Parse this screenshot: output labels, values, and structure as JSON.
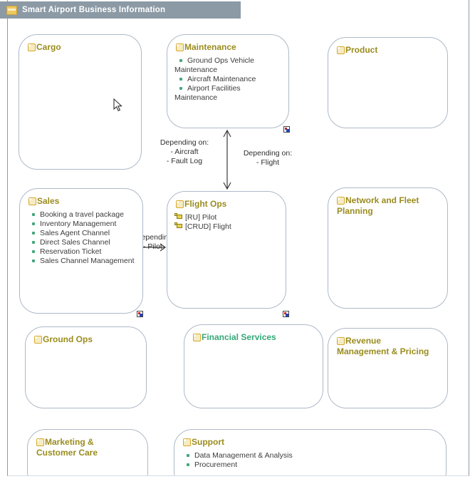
{
  "header": {
    "title": "Smart Airport Business Information"
  },
  "boxes": {
    "cargo": {
      "title": "Cargo"
    },
    "maintenance": {
      "title": "Maintenance",
      "items": [
        "Ground Ops Vehicle Maintenance",
        "Aircraft Maintenance",
        "Airport Facilities Maintenance"
      ]
    },
    "product": {
      "title": "Product"
    },
    "sales": {
      "title": "Sales",
      "items": [
        "Booking a travel package",
        "Inventory Management",
        "Sales Agent Channel",
        "Direct Sales Channel",
        "Reservation Ticket",
        "Sales Channel Management"
      ]
    },
    "flight_ops": {
      "title": "Flight Ops",
      "objects": [
        "[RU] Pilot",
        "[CRUD] Flight"
      ]
    },
    "network": {
      "title": "Network and Fleet Planning"
    },
    "ground_ops": {
      "title": "Ground Ops"
    },
    "financial": {
      "title": "Financial Services"
    },
    "revenue": {
      "title": "Revenue Management & Pricing"
    },
    "marketing": {
      "title": "Marketing & Customer Care"
    },
    "support": {
      "title": "Support",
      "items": [
        "Data Management & Analysis",
        "Procurement"
      ]
    }
  },
  "connections": {
    "maintenance_flight_left": {
      "line1": "Depending on:",
      "line2": "- Aircraft",
      "line3": "- Fault Log"
    },
    "maintenance_flight_right": {
      "line1": "Depending on:",
      "line2": "- Flight"
    },
    "sales_flight": {
      "line1": "Depending on:",
      "line2": "- Pilot"
    }
  },
  "colors": {
    "header_bg": "#8b9aa5",
    "title_olive": "#9a8c1e",
    "title_green": "#35a878",
    "bullet_green": "#45a77b",
    "box_border": "#aeb9c7"
  }
}
